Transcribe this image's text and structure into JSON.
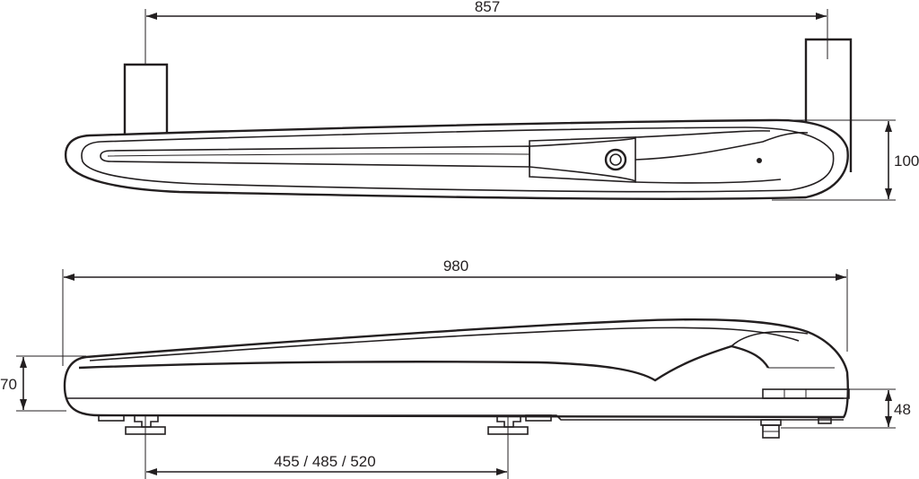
{
  "drawing": {
    "top_view": {
      "bracket_spacing": "857",
      "height": "100"
    },
    "side_view": {
      "overall_length": "980",
      "height_left": "70",
      "height_right": "48",
      "mount_spacing": "455 / 485 / 520"
    }
  }
}
